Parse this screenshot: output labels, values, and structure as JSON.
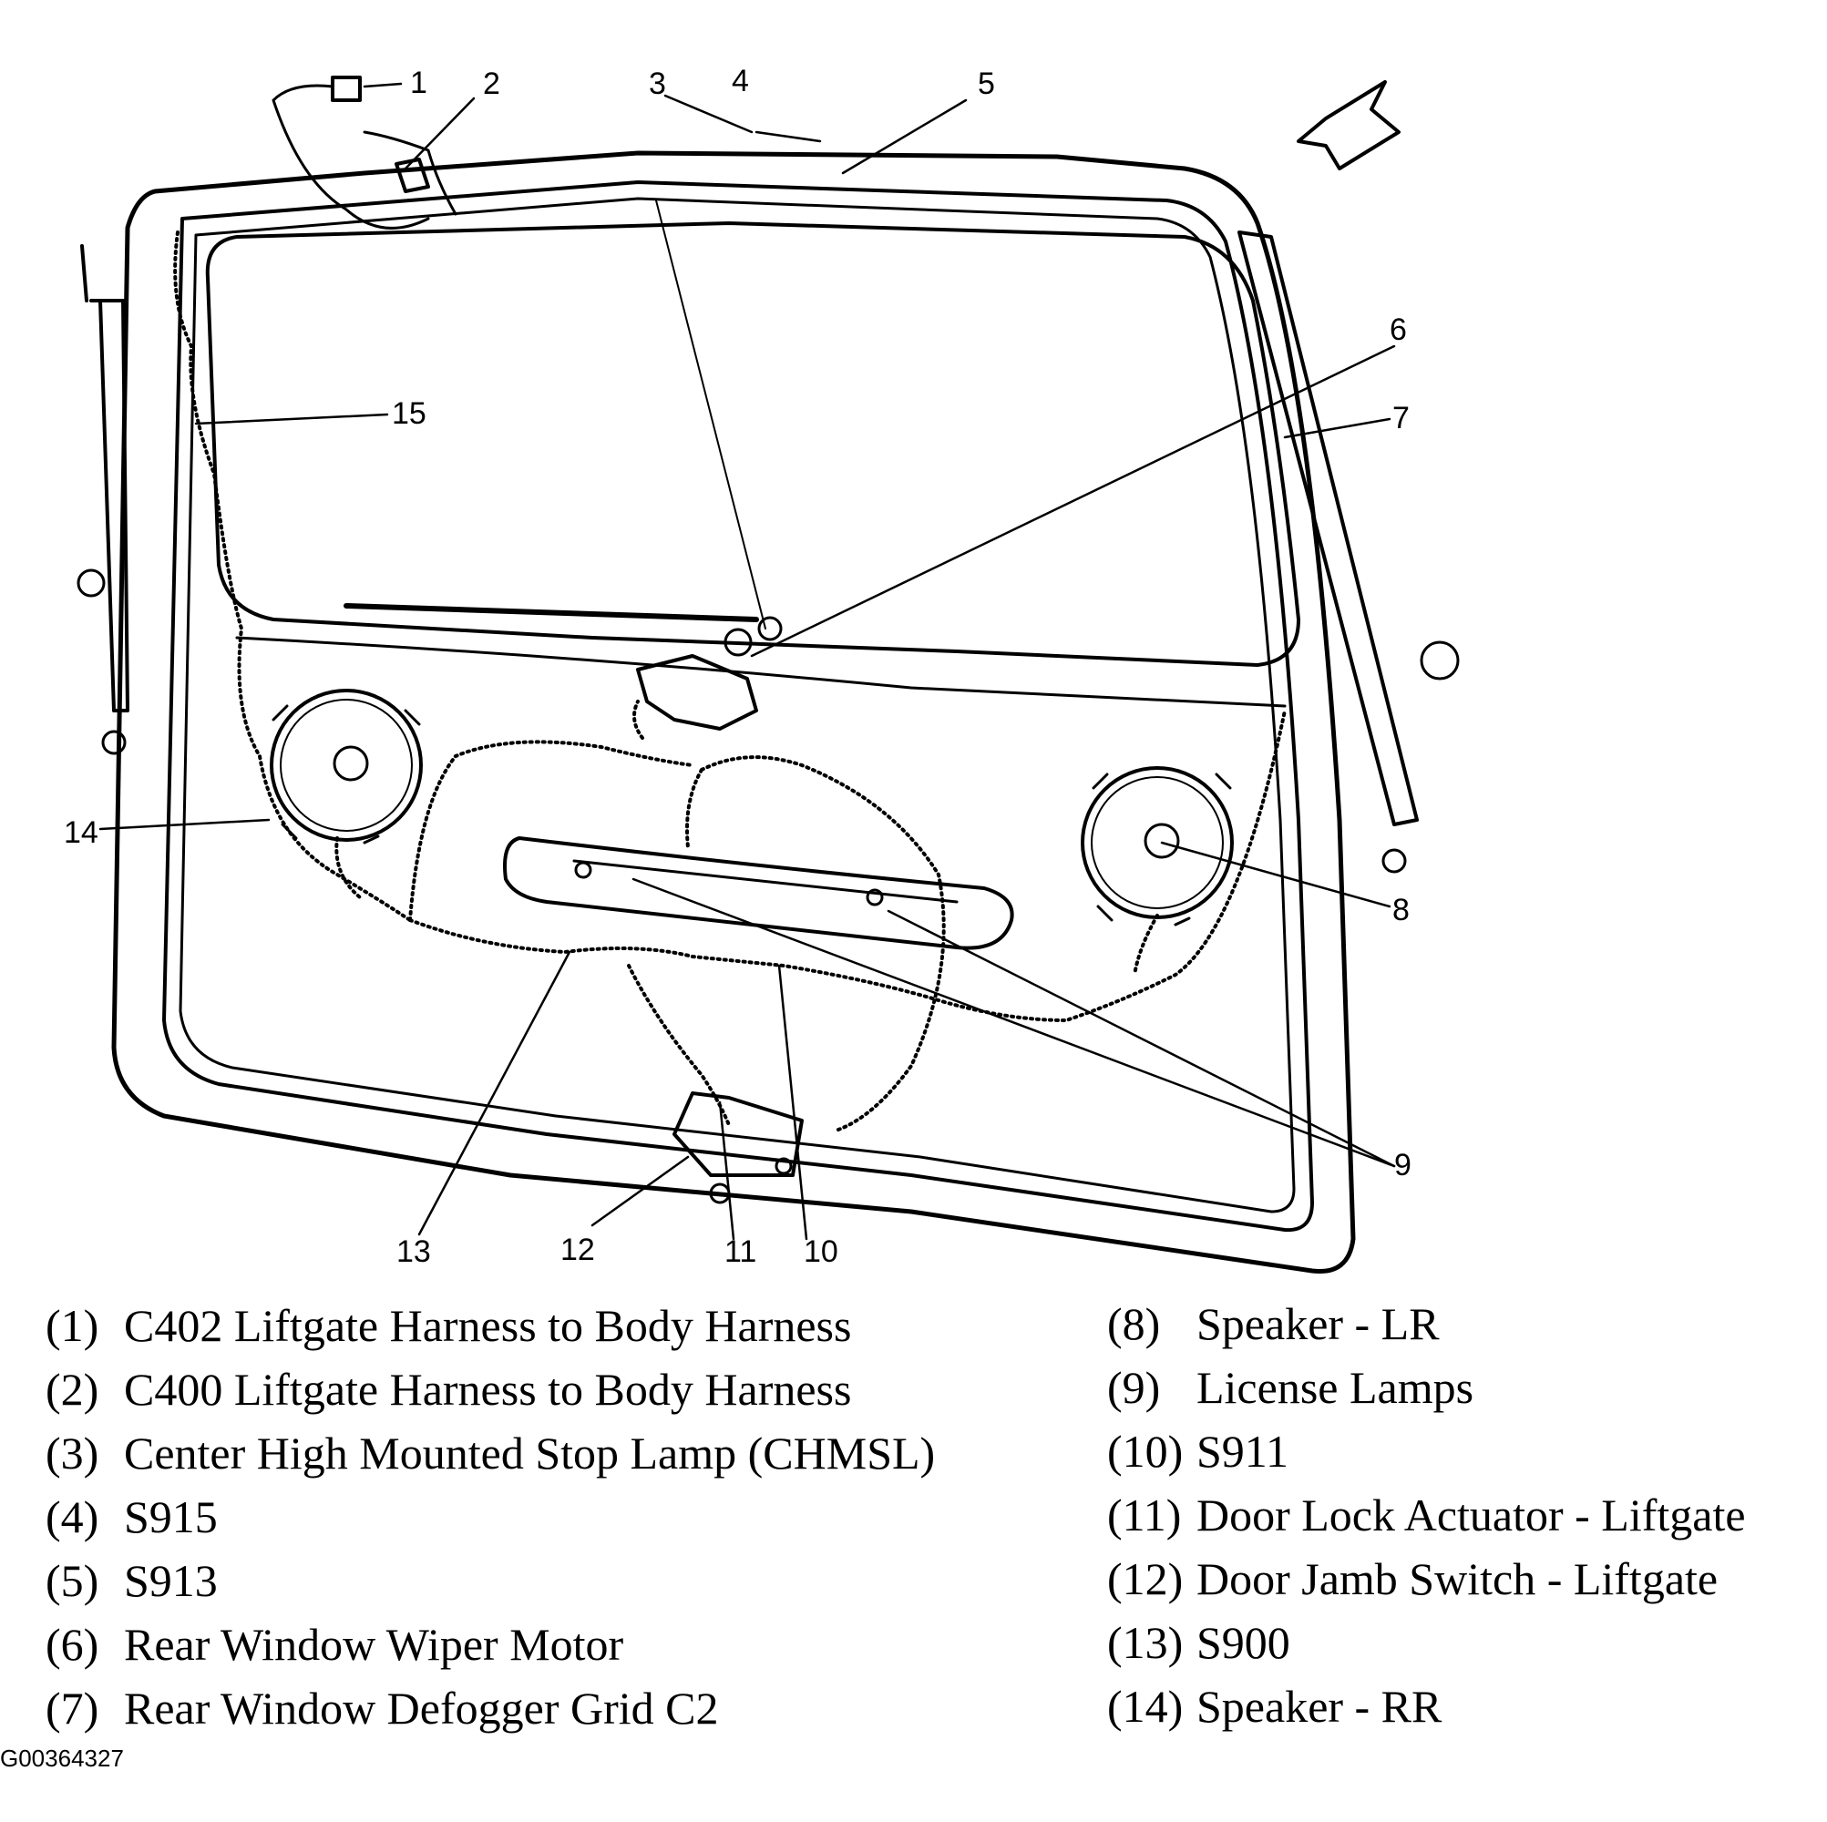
{
  "diagram": {
    "callouts": [
      "1",
      "2",
      "3",
      "4",
      "5",
      "6",
      "7",
      "8",
      "9",
      "10",
      "11",
      "12",
      "13",
      "14",
      "15"
    ]
  },
  "legend": {
    "left": [
      {
        "num": "(1)",
        "text": "C402 Liftgate Harness to Body Harness"
      },
      {
        "num": "(2)",
        "text": "C400 Liftgate Harness to Body Harness"
      },
      {
        "num": "(3)",
        "text": "Center High Mounted Stop Lamp (CHMSL)"
      },
      {
        "num": "(4)",
        "text": "S915"
      },
      {
        "num": "(5)",
        "text": "S913"
      },
      {
        "num": "(6)",
        "text": "Rear Window Wiper Motor"
      },
      {
        "num": "(7)",
        "text": "Rear Window Defogger Grid C2"
      }
    ],
    "right": [
      {
        "num": "(8)",
        "text": "Speaker - LR"
      },
      {
        "num": "(9)",
        "text": "License Lamps"
      },
      {
        "num": "(10)",
        "text": "S911"
      },
      {
        "num": "(11)",
        "text": "Door Lock Actuator - Liftgate"
      },
      {
        "num": "(12)",
        "text": "Door Jamb Switch - Liftgate"
      },
      {
        "num": "(13)",
        "text": "S900"
      },
      {
        "num": "(14)",
        "text": "Speaker - RR"
      }
    ]
  },
  "figure_id": "G00364327"
}
